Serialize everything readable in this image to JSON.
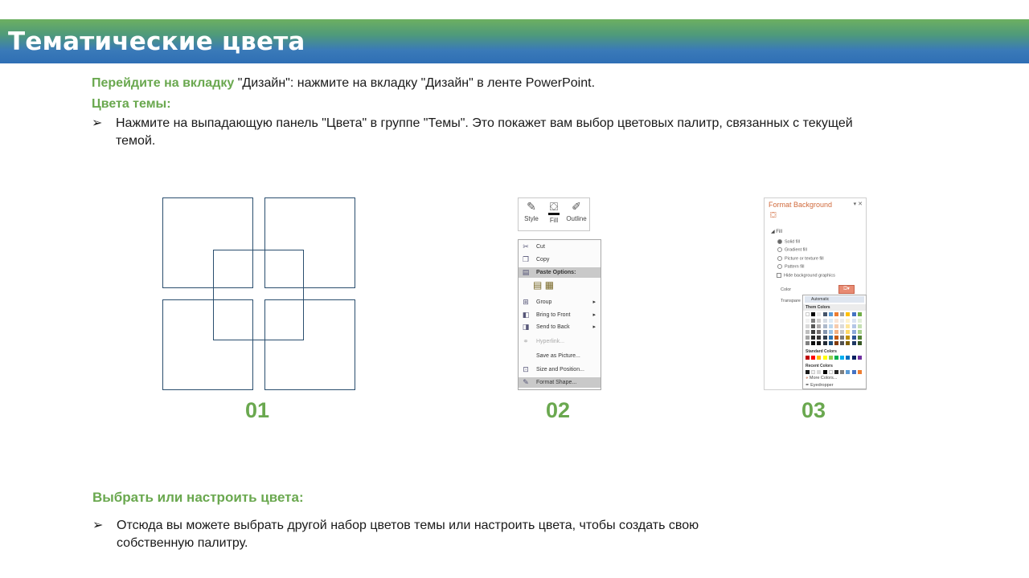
{
  "title": "Тематические цвета",
  "step1": {
    "label": "Перейдите на вкладку",
    "text": " \"Дизайн\": нажмите на вкладку \"Дизайн\" в ленте PowerPoint."
  },
  "step2": {
    "label": "Цвета темы:",
    "bullet": "Нажмите на выпадающую панель \"Цвета\" в группе \"Темы\". Это покажет вам выбор цветовых палитр, связанных с текущей темой."
  },
  "step3": {
    "label": "Выбрать или настроить цвета:",
    "bullet": "Отсюда вы можете выбрать другой набор цветов темы или настроить цвета, чтобы создать свою собственную палитру."
  },
  "bullet_symbol": "➢",
  "numbers": [
    "01",
    "02",
    "03"
  ],
  "colors": {
    "accent_green": "#6aa84f",
    "square_stroke": "#2a4e6e",
    "title_gradient": [
      "#6db060",
      "#2f6fb5"
    ]
  },
  "toolbar": {
    "buttons": [
      {
        "label": "Style",
        "icon": "style-icon"
      },
      {
        "label": "Fill",
        "icon": "fill-bucket-icon"
      },
      {
        "label": "Outline",
        "icon": "outline-pen-icon"
      }
    ]
  },
  "context_menu": {
    "items": [
      {
        "label": "Cut",
        "icon": "scissors-icon"
      },
      {
        "label": "Copy",
        "icon": "copy-icon"
      },
      {
        "label": "Paste Options:",
        "icon": "paste-icon",
        "type": "header"
      },
      {
        "label": "Group",
        "icon": "group-icon",
        "submenu": true
      },
      {
        "label": "Bring to Front",
        "icon": "bring-front-icon",
        "submenu": true
      },
      {
        "label": "Send to Back",
        "icon": "send-back-icon",
        "submenu": true
      },
      {
        "label": "Hyperlink...",
        "icon": "hyperlink-icon",
        "disabled": true
      },
      {
        "label": "Save as Picture...",
        "icon": ""
      },
      {
        "label": "Size and Position...",
        "icon": "size-position-icon"
      },
      {
        "label": "Format Shape...",
        "icon": "format-shape-icon",
        "highlighted": true
      }
    ]
  },
  "format_background": {
    "title": "Format Background",
    "section": "Fill",
    "options": [
      "Solid fill",
      "Gradient fill",
      "Picture or texture fill",
      "Pattern fill"
    ],
    "checkbox": "Hide background graphics",
    "color_label": "Color",
    "transparency_label": "Transpare",
    "popup": {
      "automatic": "Automatic",
      "theme_colors": "Them Colors",
      "standard_colors": "Standard Colors",
      "recent_colors": "Recent Colors",
      "more_colors": "More Colors...",
      "eyedropper": "Eyedropper"
    }
  }
}
